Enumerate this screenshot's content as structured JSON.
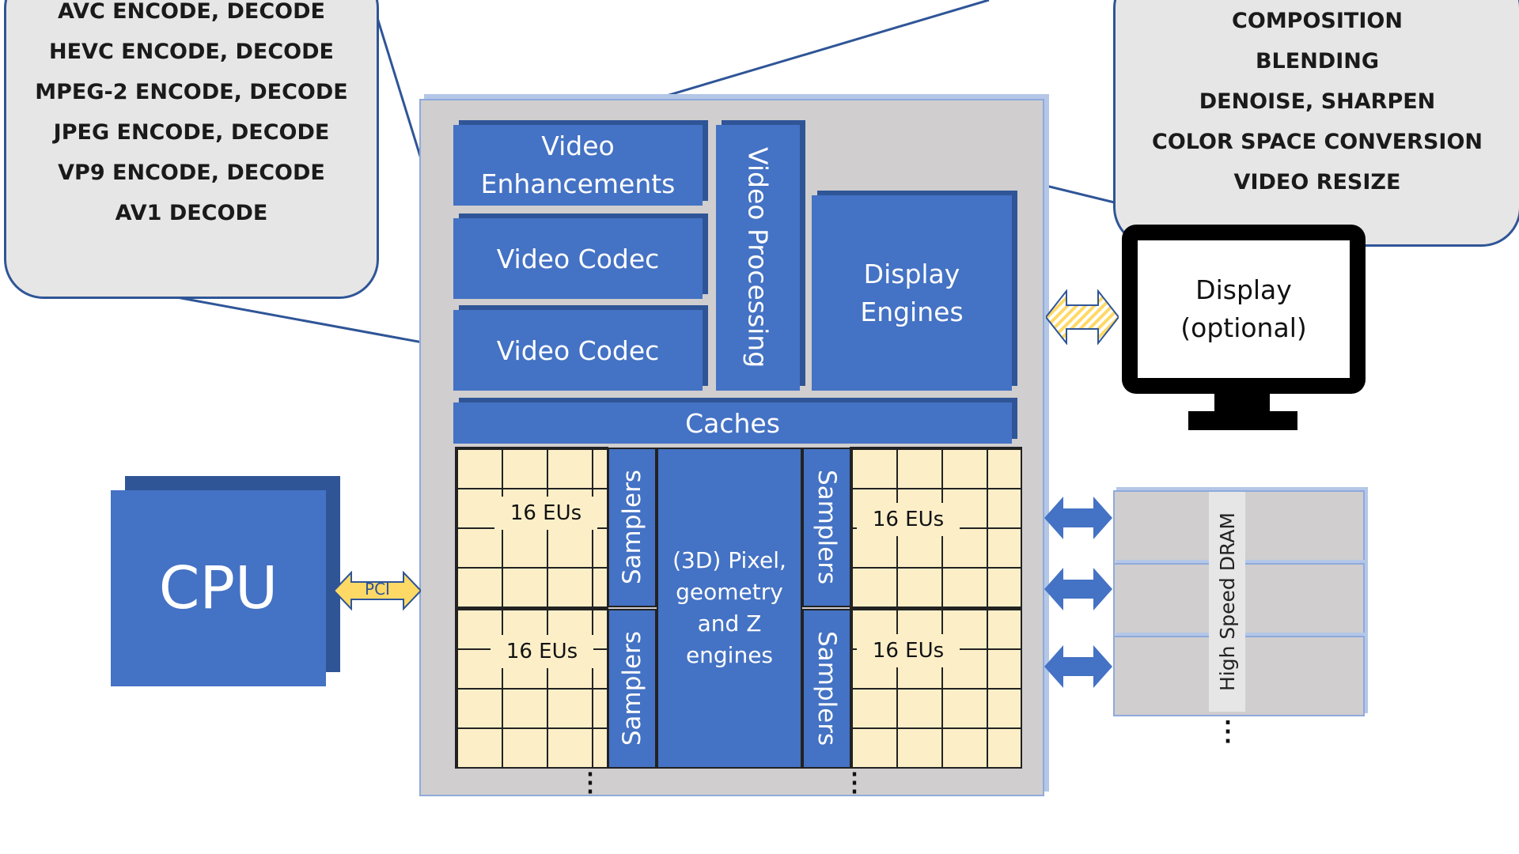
{
  "codec_callout": {
    "items": [
      "AVC ENCODE, DECODE",
      "HEVC ENCODE, DECODE",
      "MPEG-2 ENCODE, DECODE",
      "JPEG ENCODE, DECODE",
      "VP9 ENCODE, DECODE",
      "AV1 DECODE"
    ]
  },
  "processing_callout": {
    "items": [
      "COMPOSITION",
      "BLENDING",
      "DENOISE, SHARPEN",
      "COLOR SPACE CONVERSION",
      "VIDEO RESIZE"
    ]
  },
  "gpu": {
    "video_enhancements": "Video\nEnhancements",
    "video_codec_1": "Video Codec",
    "video_codec_2": "Video Codec",
    "video_processing": "Video Processing",
    "display_engines": "Display\nEngines",
    "caches": "Caches",
    "samplers": [
      "Samplers",
      "Samplers",
      "Samplers",
      "Samplers"
    ],
    "eus": [
      "16 EUs",
      "16 EUs",
      "16 EUs",
      "16 EUs"
    ],
    "pixel_engines": "(3D) Pixel,\ngeometry\nand Z\nengines"
  },
  "cpu": {
    "label": "CPU",
    "bus_label": "PCI"
  },
  "display": {
    "label": "Display\n(optional)"
  },
  "dram": {
    "label": "High Speed DRAM"
  },
  "ellipsis": "⋮",
  "colors": {
    "block": "#4472c4",
    "block_shadow": "#2f5597",
    "callout_bg": "#e7e6e6",
    "grid_bg": "#fcefc8",
    "arrow_yellow": "#ffd966"
  }
}
